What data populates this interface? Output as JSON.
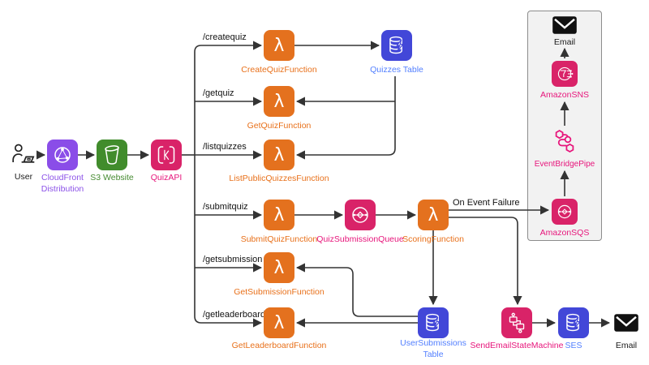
{
  "colors": {
    "lambda_orange": "#E4711E",
    "lambda_label_orange": "#E8701A",
    "database_blue": "#4247D8",
    "database_label_blue": "#527FFF",
    "pink_icon": "#D92368",
    "pink_label": "#E7157B",
    "cloudfront_purple": "#8A4DE8",
    "s3_green": "#418C2C",
    "connector_line": "#333333",
    "group_box_bg": "#F2F2F2"
  },
  "routes": {
    "createquiz": "/createquiz",
    "getquiz": "/getquiz",
    "listquizzes": "/listquizzes",
    "submitquiz": "/submitquiz",
    "getsubmission": "/getsubmission",
    "getleaderboard": "/getleaderboard"
  },
  "edge_labels": {
    "on_event_failure": "On Event Failure"
  },
  "nodes": {
    "user": {
      "label": "User",
      "service": "user"
    },
    "cloudfront": {
      "label": "CloudFront Distribution",
      "service": "cloudfront"
    },
    "s3": {
      "label": "S3 Website",
      "service": "s3"
    },
    "quizapi": {
      "label": "QuizAPI",
      "service": "api-gateway"
    },
    "create_quiz_function": {
      "label": "CreateQuizFunction",
      "service": "lambda"
    },
    "quizzes_table": {
      "label": "Quizzes Table",
      "service": "dynamodb"
    },
    "get_quiz_function": {
      "label": "GetQuizFunction",
      "service": "lambda"
    },
    "list_public_quizzes_function": {
      "label": "ListPublicQuizzesFunction",
      "service": "lambda"
    },
    "submit_quiz_function": {
      "label": "SubmitQuizFunction",
      "service": "lambda"
    },
    "quiz_submission_queue": {
      "label": "QuizSubmissionQueue",
      "service": "sqs"
    },
    "scoring_function": {
      "label": "ScoringFunction",
      "service": "lambda"
    },
    "get_submission_function": {
      "label": "GetSubmissionFunction",
      "service": "lambda"
    },
    "get_leaderboard_function": {
      "label": "GetLeaderboardFunction",
      "service": "lambda"
    },
    "user_submissions_table": {
      "label": "UserSubmissions Table",
      "service": "dynamodb"
    },
    "send_email_state_machine": {
      "label": "SendEmailStateMachine",
      "service": "step-functions"
    },
    "ses": {
      "label": "SES",
      "service": "ses"
    },
    "email_bottom": {
      "label": "Email",
      "service": "email"
    },
    "amazon_sqs": {
      "label": "AmazonSQS",
      "service": "sqs"
    },
    "eventbridge_pipe": {
      "label": "EventBridgePipe",
      "service": "eventbridge-pipes"
    },
    "amazon_sns": {
      "label": "AmazonSNS",
      "service": "sns"
    },
    "email_top": {
      "label": "Email",
      "service": "email"
    }
  }
}
